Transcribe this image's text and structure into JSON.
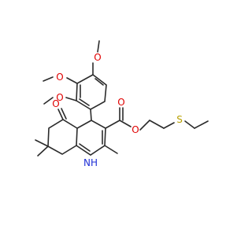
{
  "structure": {
    "atoms": {
      "O_top": "O",
      "O_upper": "O",
      "O_lower": "O",
      "O_ketone": "O",
      "O_carbonyl": "O",
      "O_ester": "O",
      "S": "S",
      "NH": "NH"
    }
  },
  "colors": {
    "bond": "#2b2b2b",
    "oxygen": "#e00000",
    "sulfur": "#b8a000",
    "nitrogen": "#1f2fd6"
  }
}
